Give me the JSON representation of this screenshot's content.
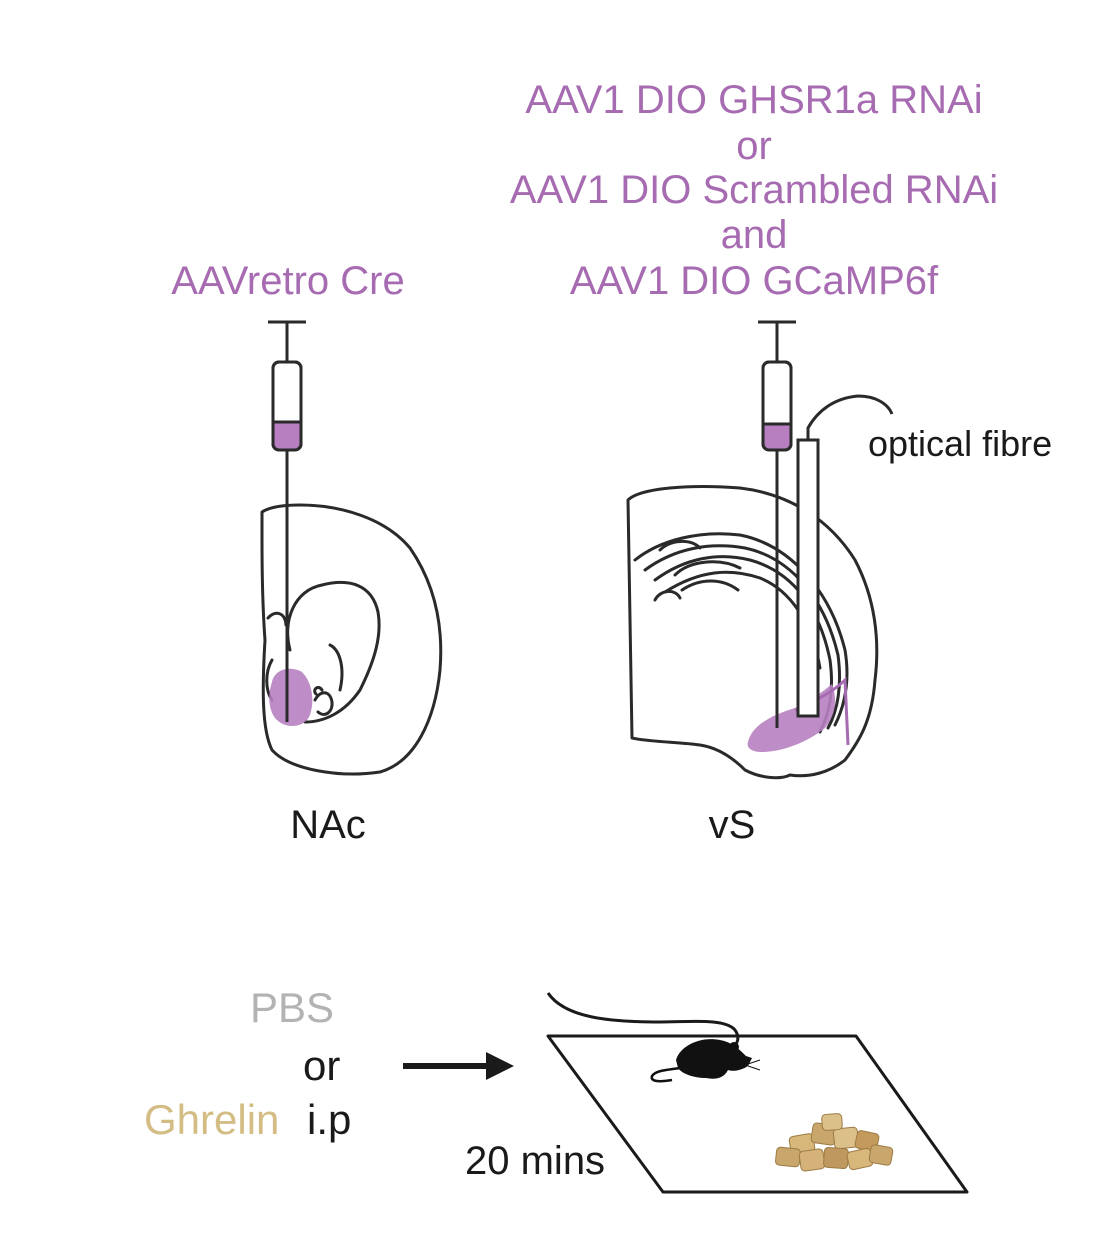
{
  "colors": {
    "virus": "#a66bb1",
    "virus_fill": "#b77fc0",
    "outline": "#2a2a2a",
    "pbs": "#b3b3b3",
    "ghrelin": "#d4bd84",
    "text": "#1a1a1a",
    "food": "#c9a66b"
  },
  "left_injection": {
    "virus_label": "AAVretro Cre",
    "region_label": "NAc",
    "icon": "syringe-icon"
  },
  "right_injection": {
    "virus_lines": [
      "AAV1 DIO GHSR1a RNAi",
      "or",
      "AAV1 DIO Scrambled RNAi",
      "and",
      "AAV1 DIO GCaMP6f"
    ],
    "region_label": "vS",
    "fibre_label": "optical fibre",
    "icon": "syringe-icon"
  },
  "treatment": {
    "option_a": "PBS",
    "connector": "or",
    "option_b": "Ghrelin",
    "route": "i.p",
    "duration": "20 mins",
    "arrow_icon": "arrow-right-icon",
    "mouse_icon": "mouse-icon",
    "food_icon": "food-pellets-icon"
  }
}
